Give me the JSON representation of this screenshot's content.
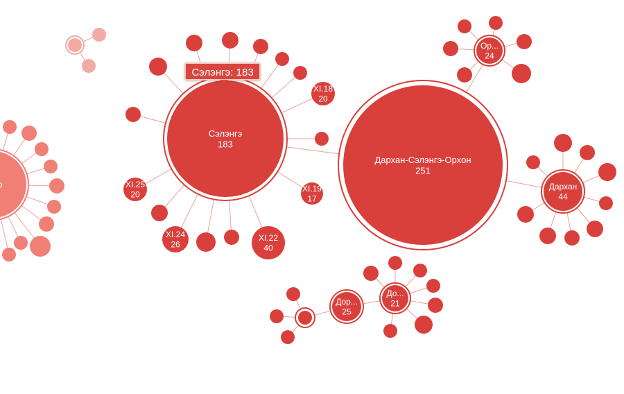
{
  "colors": {
    "node": "#d9403c",
    "node_faded": "#f07f76",
    "node_pale": "#f4aaa5",
    "link": "#e9a19c",
    "tooltip_bg": "#d9463f"
  },
  "tooltip": {
    "text": "Сэлэнгэ: 183"
  },
  "clusters": [
    {
      "id": "ulaanbaatar",
      "label": "атар",
      "count": ""
    },
    {
      "id": "selenge",
      "label": "Сэлэнгэ",
      "count": "183"
    },
    {
      "id": "darkhan-selenge-orkhon",
      "label": "Дархан-Сэлэнгэ-Орхон",
      "count": "251"
    },
    {
      "id": "orkhon",
      "label": "Ор...",
      "count": "24"
    },
    {
      "id": "darkhan",
      "label": "Дархан",
      "count": "44"
    },
    {
      "id": "dornod-a",
      "label": "Дор...",
      "count": "25"
    },
    {
      "id": "dornod-b",
      "label": "До...",
      "count": "21"
    }
  ],
  "date_nodes": [
    {
      "label": "XI.18",
      "count": "20"
    },
    {
      "label": "XI.19",
      "count": "17"
    },
    {
      "label": "XI.22",
      "count": "40"
    },
    {
      "label": "XI.24",
      "count": "26"
    },
    {
      "label": "XI.25",
      "count": "20"
    }
  ]
}
